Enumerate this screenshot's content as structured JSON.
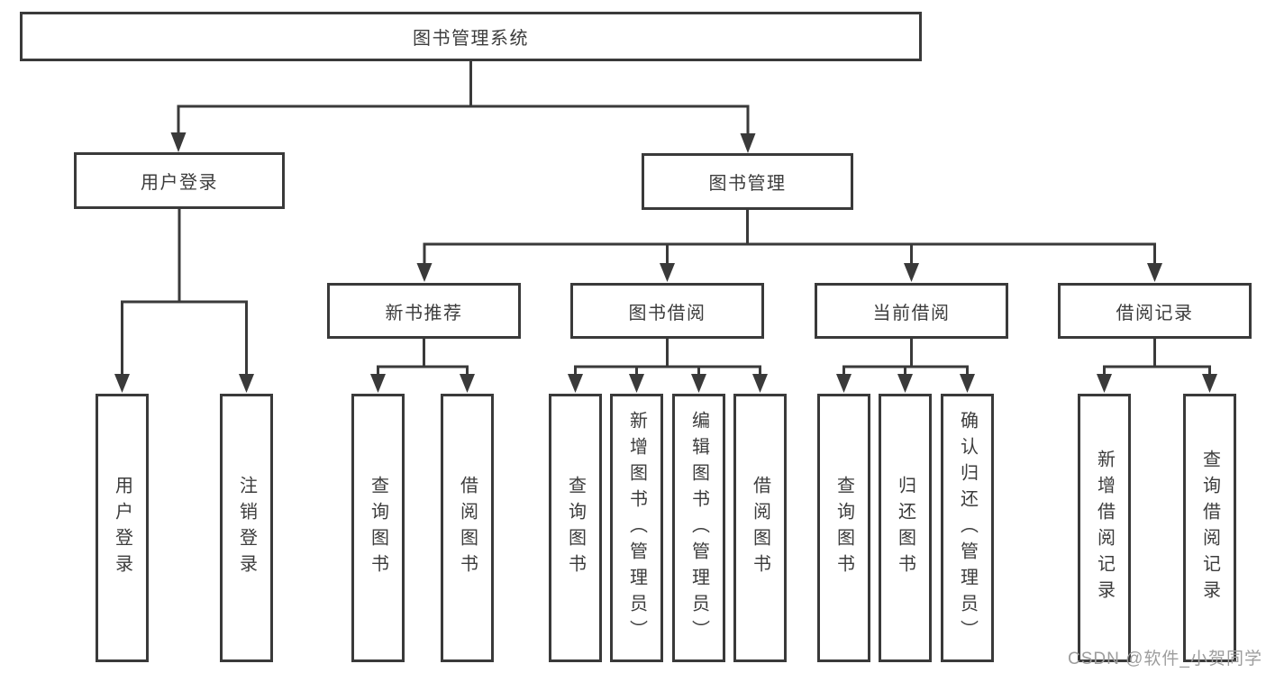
{
  "diagram_type": "functional-structure-tree",
  "colors": {
    "background": "#ffffff",
    "line": "#3a3a3a",
    "box_border": "#3a3a3a",
    "box_fill": "#ffffff",
    "text": "#3c3c3c",
    "watermark_text": "#9d9d9d"
  },
  "tree": {
    "label": "图书管理系统",
    "children": [
      {
        "label": "用户登录",
        "children": [
          {
            "label": "用户登录"
          },
          {
            "label": "注销登录"
          }
        ]
      },
      {
        "label": "图书管理",
        "children": [
          {
            "label": "新书推荐",
            "children": [
              {
                "label": "查询图书"
              },
              {
                "label": "借阅图书"
              }
            ]
          },
          {
            "label": "图书借阅",
            "children": [
              {
                "label": "查询图书"
              },
              {
                "label": "新增图书（管理员）"
              },
              {
                "label": "编辑图书（管理员）"
              },
              {
                "label": "借阅图书"
              }
            ]
          },
          {
            "label": "当前借阅",
            "children": [
              {
                "label": "查询图书"
              },
              {
                "label": "归还图书"
              },
              {
                "label": "确认归还（管理员）"
              }
            ]
          },
          {
            "label": "借阅记录",
            "children": [
              {
                "label": "新增借阅记录"
              },
              {
                "label": "查询借阅记录"
              }
            ]
          }
        ]
      }
    ]
  },
  "watermark": "CSDN @软件_小贺同学"
}
